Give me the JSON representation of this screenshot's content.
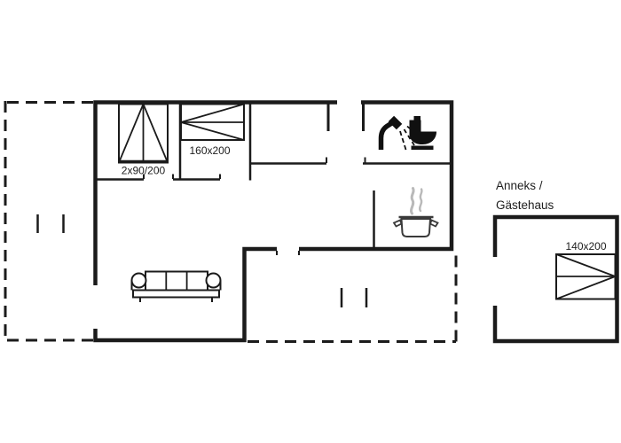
{
  "plan": {
    "labels": {
      "bed_double": "2x90/200",
      "bed_160": "160x200",
      "bed_annex": "140x200",
      "annex_line1": "Anneks /",
      "annex_line2": "Gästehaus"
    },
    "icons": [
      "shower-icon",
      "toilet-icon",
      "cooking-pot-icon",
      "steam-icon",
      "sofa-icon",
      "terrace-post-marks"
    ],
    "colors": {
      "wall": "#1b1b1b",
      "icon": "#101010",
      "pot_outline": "#3a3a3a",
      "steam": "#b9b9b9",
      "text": "#1e1e1e",
      "background": "#ffffff"
    }
  }
}
